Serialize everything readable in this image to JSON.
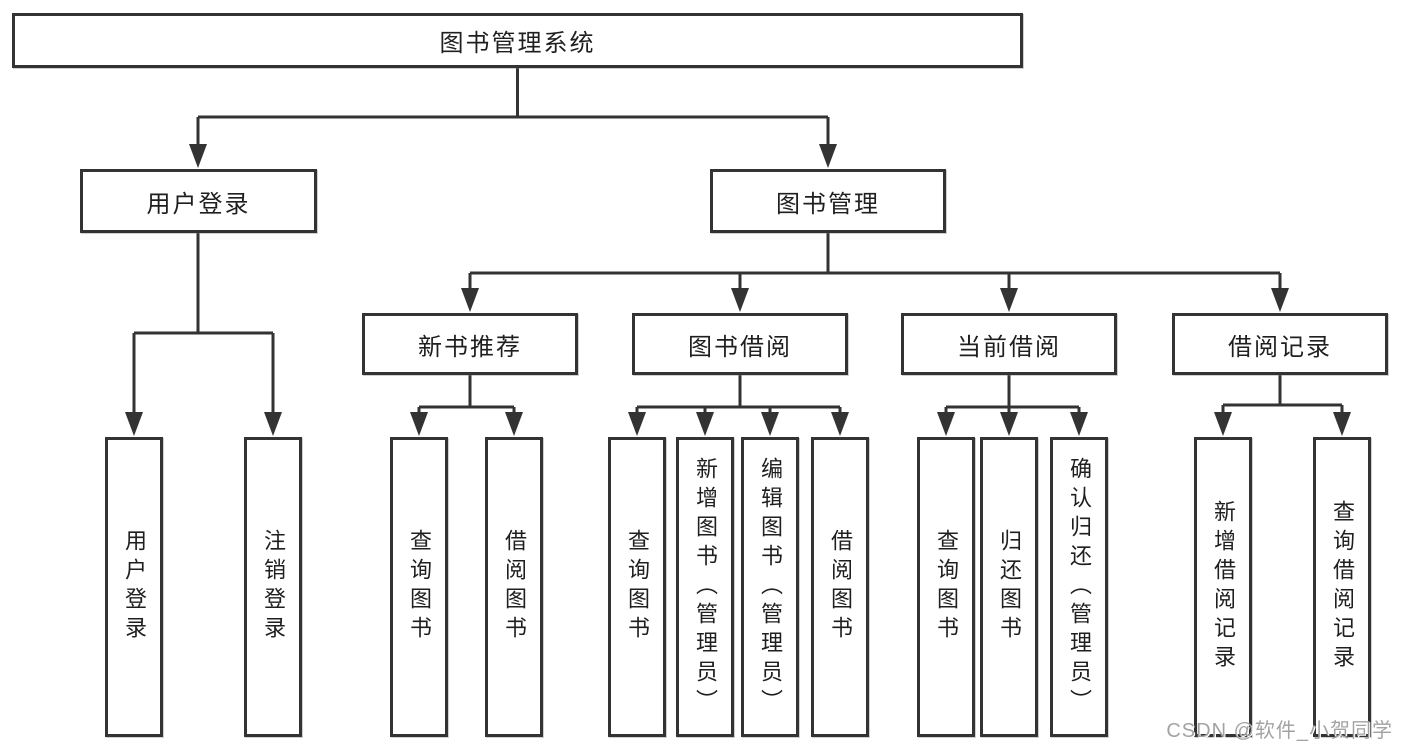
{
  "diagram": {
    "root": {
      "label": "图书管理系统"
    },
    "branches": [
      {
        "label": "用户登录",
        "leaves": [
          {
            "label": "用户登录"
          },
          {
            "label": "注销登录"
          }
        ]
      },
      {
        "label": "图书管理",
        "groups": [
          {
            "label": "新书推荐",
            "leaves": [
              {
                "label": "查询图书"
              },
              {
                "label": "借阅图书"
              }
            ]
          },
          {
            "label": "图书借阅",
            "leaves": [
              {
                "label": "查询图书"
              },
              {
                "label": "新增图书（管理员）"
              },
              {
                "label": "编辑图书（管理员）"
              },
              {
                "label": "借阅图书"
              }
            ]
          },
          {
            "label": "当前借阅",
            "leaves": [
              {
                "label": "查询图书"
              },
              {
                "label": "归还图书"
              },
              {
                "label": "确认归还（管理员）"
              }
            ]
          },
          {
            "label": "借阅记录",
            "leaves": [
              {
                "label": "新增借阅记录"
              },
              {
                "label": "查询借阅记录"
              }
            ]
          }
        ]
      }
    ]
  },
  "watermark": {
    "text": "CSDN @软件_小贺同学"
  },
  "colors": {
    "line": "#333333",
    "box_border": "#333333",
    "box_fill": "#ffffff",
    "text": "#1f1f1f",
    "watermark": "#a3a3a3",
    "background": "#ffffff"
  }
}
